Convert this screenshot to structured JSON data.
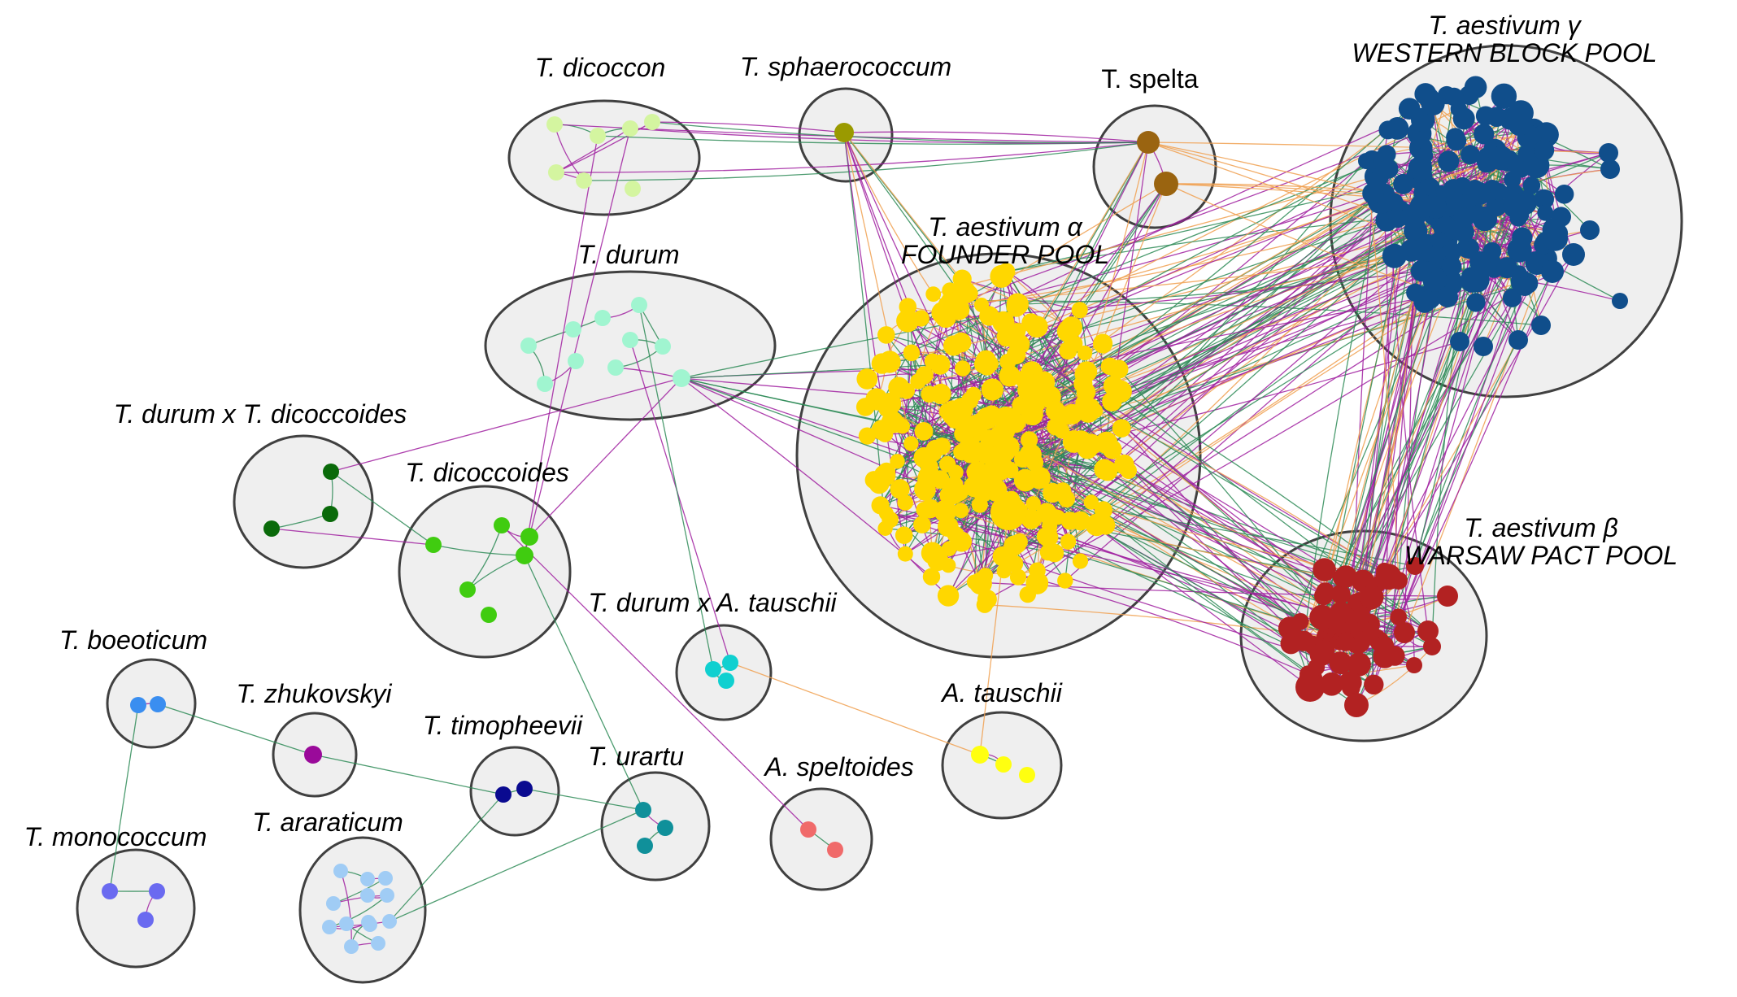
{
  "diagram": {
    "edge_colors": {
      "purple": "#a020a0",
      "green": "#2e8b57",
      "orange": "#f0a050",
      "teal": "#3aa37a"
    },
    "groups": [
      {
        "id": "dicoccon",
        "label": [
          "T. dicoccon"
        ],
        "italic": true,
        "color": "#d4f5a0"
      },
      {
        "id": "sphaerococcum",
        "label": [
          "T. sphaerococcum"
        ],
        "italic": true,
        "color": "#9a9a00"
      },
      {
        "id": "spelta",
        "label": [
          "T. spelta"
        ],
        "italic": false,
        "color": "#9a6410"
      },
      {
        "id": "gamma",
        "label": [
          "T. aestivum γ",
          "WESTERN BLOCK POOL"
        ],
        "italic": true,
        "color": "#104e8b"
      },
      {
        "id": "alpha",
        "label": [
          "T. aestivum α",
          "FOUNDER POOL"
        ],
        "italic": true,
        "color": "#ffd700"
      },
      {
        "id": "durum",
        "label": [
          "T. durum"
        ],
        "italic": true,
        "color": "#a0f5d0"
      },
      {
        "id": "durum_dicoccoides",
        "label": [
          "T. durum x T. dicoccoides"
        ],
        "italic": true,
        "color": "#0a6a0a"
      },
      {
        "id": "dicoccoides",
        "label": [
          "T. dicoccoides"
        ],
        "italic": true,
        "color": "#40cc10"
      },
      {
        "id": "beta",
        "label": [
          "T. aestivum β",
          "WARSAW PACT POOL"
        ],
        "italic": true,
        "color": "#b22222"
      },
      {
        "id": "durum_tauschii",
        "label": [
          "T. durum x A. tauschii"
        ],
        "italic": true,
        "color": "#10d0d0"
      },
      {
        "id": "boeoticum",
        "label": [
          "T. boeoticum"
        ],
        "italic": true,
        "color": "#3a8ef0"
      },
      {
        "id": "zhukovskyi",
        "label": [
          "T. zhukovskyi"
        ],
        "italic": true,
        "color": "#9a0a9a"
      },
      {
        "id": "timopheevii",
        "label": [
          "T. timopheevii"
        ],
        "italic": true,
        "color": "#0a0a90"
      },
      {
        "id": "tauschii",
        "label": [
          "A. tauschii"
        ],
        "italic": true,
        "color": "#ffff10"
      },
      {
        "id": "urartu",
        "label": [
          "T. urartu"
        ],
        "italic": true,
        "color": "#10909a"
      },
      {
        "id": "speltoides",
        "label": [
          "A. speltoides"
        ],
        "italic": true,
        "color": "#f06a6a"
      },
      {
        "id": "monococcum",
        "label": [
          "T. monococcum"
        ],
        "italic": true,
        "color": "#6a6af0"
      },
      {
        "id": "araraticum",
        "label": [
          "T. araraticum"
        ],
        "italic": true,
        "color": "#a0ccf5"
      }
    ]
  }
}
